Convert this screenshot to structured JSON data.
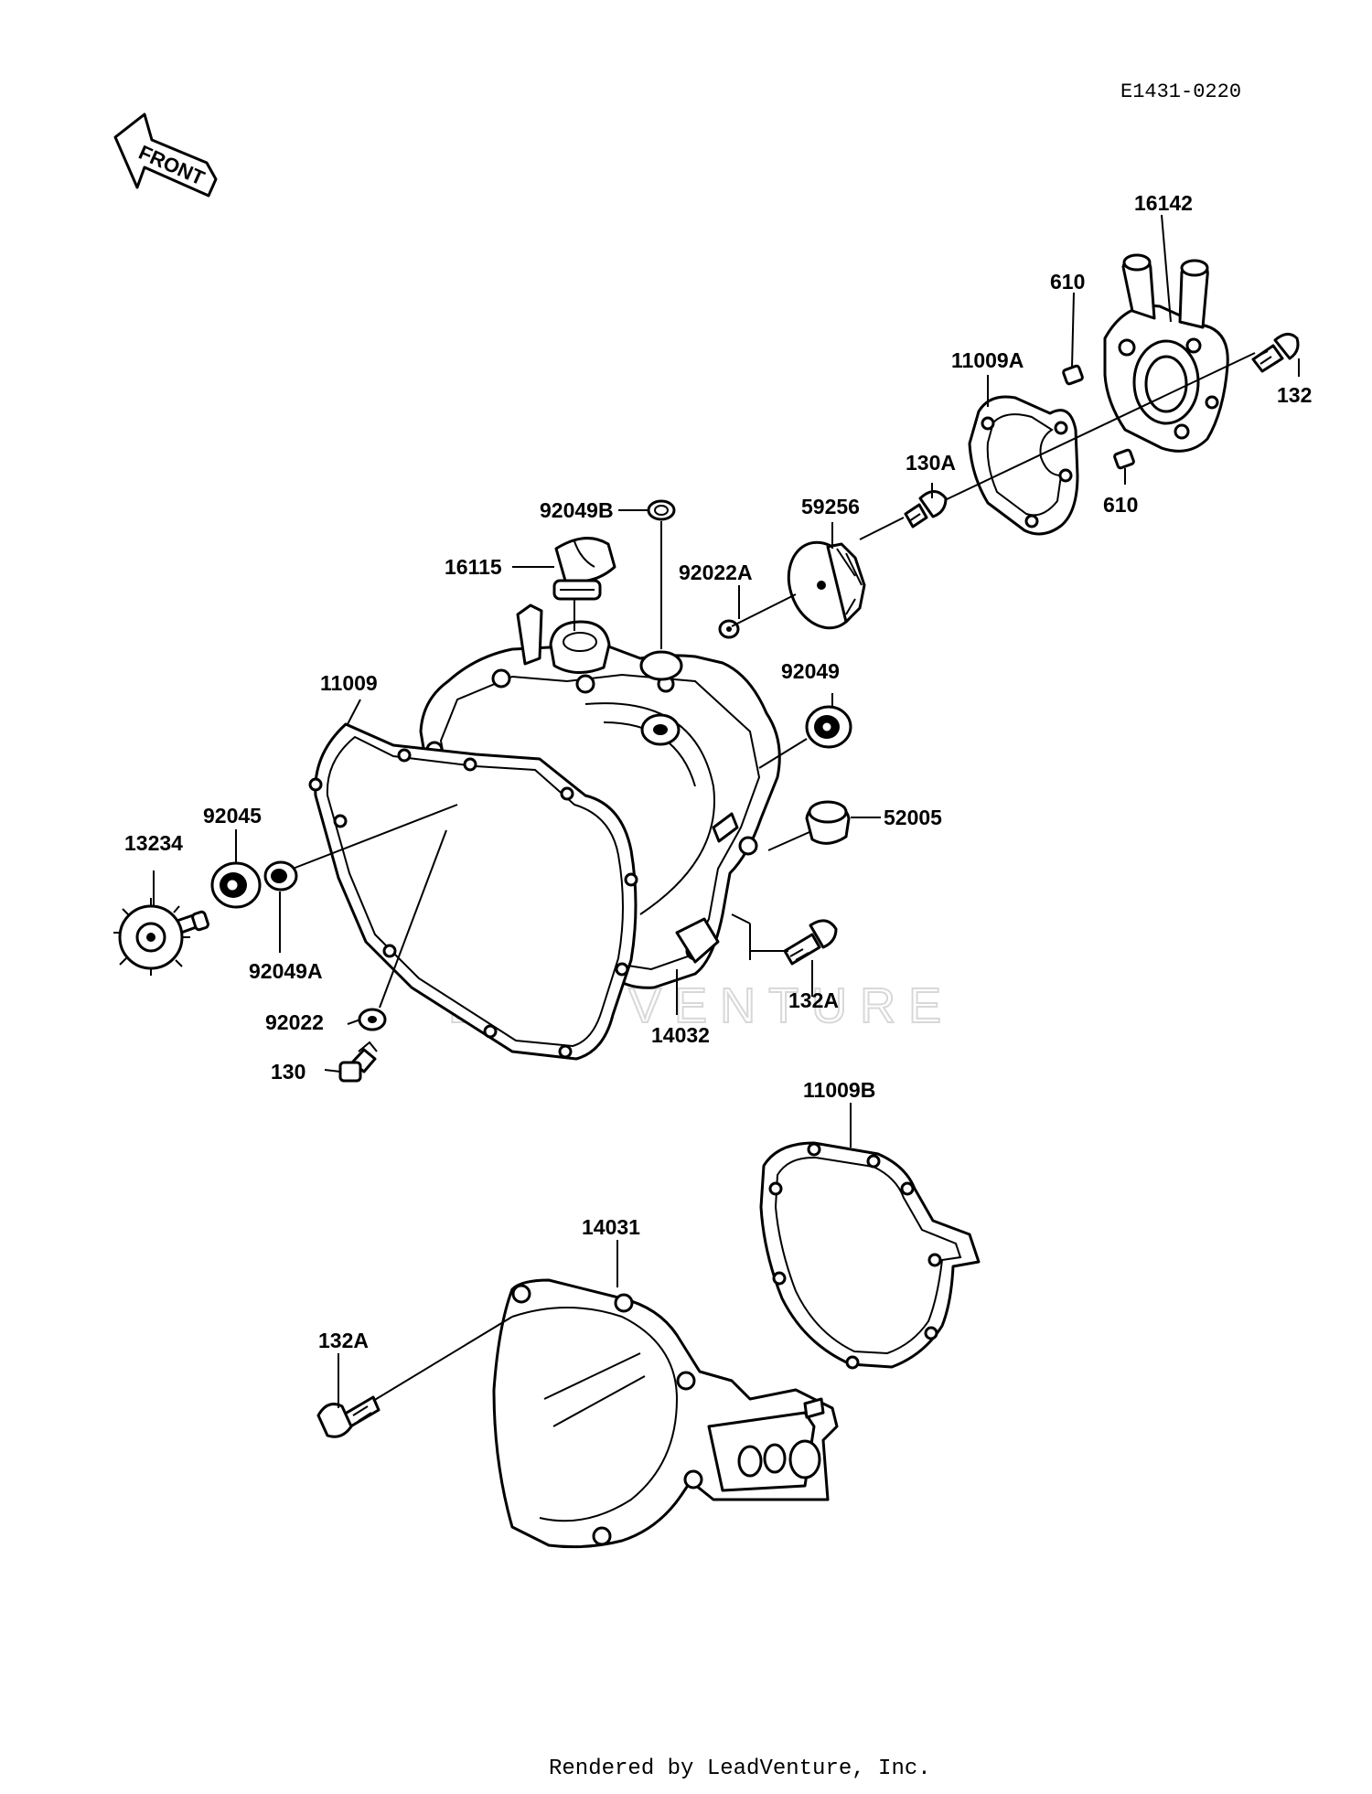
{
  "diagram_code": "E1431-0220",
  "front_label": "FRONT",
  "watermark": "LEADVENTURE",
  "footer": "Rendered by LeadVenture, Inc.",
  "parts": [
    {
      "id": "p16142",
      "label": "16142"
    },
    {
      "id": "p610a",
      "label": "610"
    },
    {
      "id": "p11009A",
      "label": "11009A"
    },
    {
      "id": "p132",
      "label": "132"
    },
    {
      "id": "p610b",
      "label": "610"
    },
    {
      "id": "p130A",
      "label": "130A"
    },
    {
      "id": "p59256",
      "label": "59256"
    },
    {
      "id": "p92049B",
      "label": "92049B"
    },
    {
      "id": "p92022A",
      "label": "92022A"
    },
    {
      "id": "p16115",
      "label": "16115"
    },
    {
      "id": "p92049",
      "label": "92049"
    },
    {
      "id": "p11009",
      "label": "11009"
    },
    {
      "id": "p52005",
      "label": "52005"
    },
    {
      "id": "p92045",
      "label": "92045"
    },
    {
      "id": "p13234",
      "label": "13234"
    },
    {
      "id": "p92049A",
      "label": "92049A"
    },
    {
      "id": "p132A1",
      "label": "132A"
    },
    {
      "id": "p14032",
      "label": "14032"
    },
    {
      "id": "p92022",
      "label": "92022"
    },
    {
      "id": "p130",
      "label": "130"
    },
    {
      "id": "p11009B",
      "label": "11009B"
    },
    {
      "id": "p14031",
      "label": "14031"
    },
    {
      "id": "p132A2",
      "label": "132A"
    }
  ]
}
